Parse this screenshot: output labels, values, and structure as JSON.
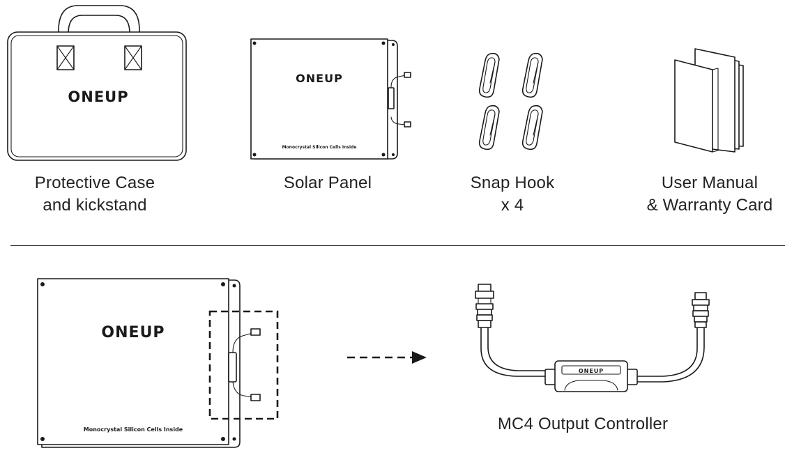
{
  "items": [
    {
      "label_lines": [
        "Protective Case",
        "and kickstand"
      ],
      "icon": "protective-case-icon"
    },
    {
      "label_lines": [
        "Solar Panel"
      ],
      "icon": "solar-panel-icon"
    },
    {
      "label_lines": [
        "Snap Hook",
        "x 4"
      ],
      "icon": "snap-hook-icon"
    },
    {
      "label_lines": [
        "User Manual",
        "& Warranty Card"
      ],
      "icon": "user-manual-icon"
    }
  ],
  "brand": "ONEUP",
  "panel_print": "Monocrystal Silicon Cells Inside",
  "detail": {
    "label": "MC4 Output Controller",
    "arrow_icon": "dashed-arrow-icon"
  },
  "colors": {
    "line": "#1a1a1a",
    "background": "#ffffff"
  }
}
